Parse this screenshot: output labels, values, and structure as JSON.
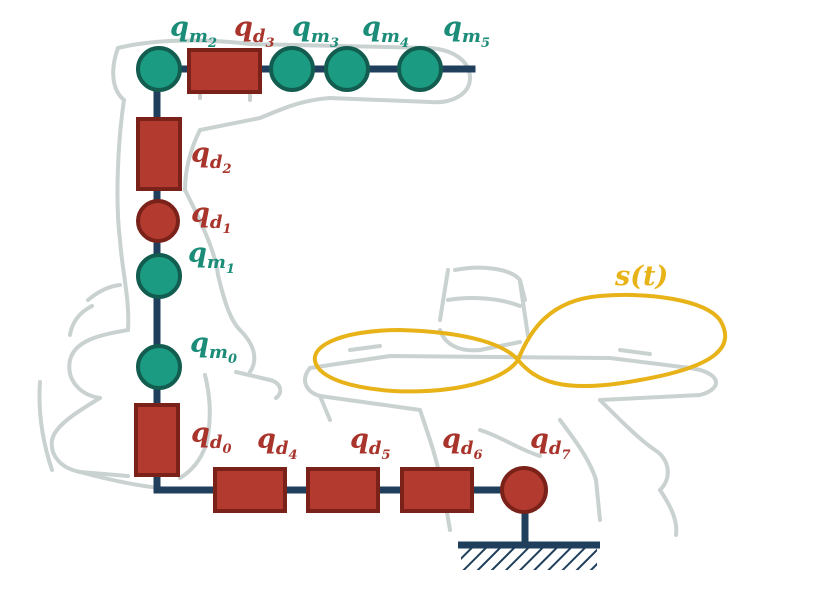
{
  "diagram": {
    "labels": {
      "qm0": {
        "base": "q",
        "sub": "m",
        "subsub": "0"
      },
      "qm1": {
        "base": "q",
        "sub": "m",
        "subsub": "1"
      },
      "qm2": {
        "base": "q",
        "sub": "m",
        "subsub": "2"
      },
      "qm3": {
        "base": "q",
        "sub": "m",
        "subsub": "3"
      },
      "qm4": {
        "base": "q",
        "sub": "m",
        "subsub": "4"
      },
      "qm5": {
        "base": "q",
        "sub": "m",
        "subsub": "5"
      },
      "qd0": {
        "base": "q",
        "sub": "d",
        "subsub": "0"
      },
      "qd1": {
        "base": "q",
        "sub": "d",
        "subsub": "1"
      },
      "qd2": {
        "base": "q",
        "sub": "d",
        "subsub": "2"
      },
      "qd3": {
        "base": "q",
        "sub": "d",
        "subsub": "3"
      },
      "qd4": {
        "base": "q",
        "sub": "d",
        "subsub": "4"
      },
      "qd5": {
        "base": "q",
        "sub": "d",
        "subsub": "5"
      },
      "qd6": {
        "base": "q",
        "sub": "d",
        "subsub": "6"
      },
      "qd7": {
        "base": "q",
        "sub": "d",
        "subsub": "7"
      },
      "trajectory": "s(t)"
    },
    "colors": {
      "link": "#1f3f5c",
      "motor_joint": "#1a9b82",
      "motor_joint_stroke": "#135c50",
      "damper": "#b23a2e",
      "damper_stroke": "#7a2119",
      "trajectory": "#e8b319",
      "robot_sketch": "#c9d1d1"
    }
  }
}
